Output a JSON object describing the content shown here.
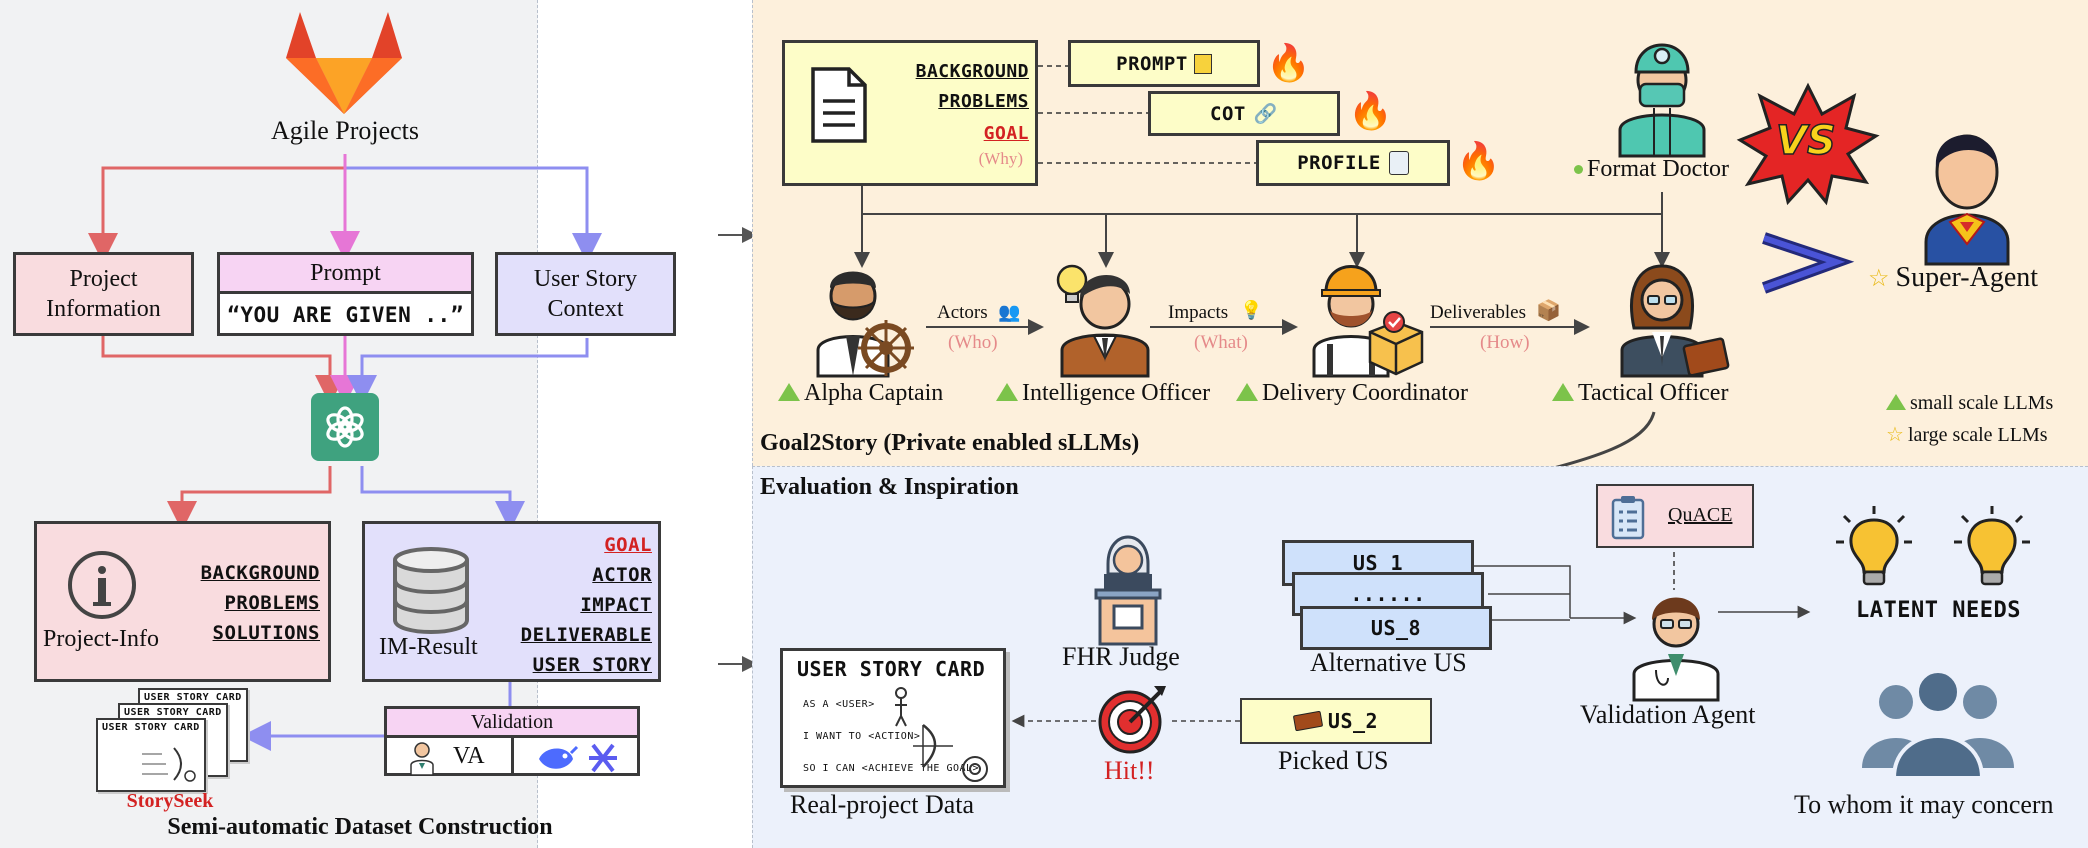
{
  "left_panel": {
    "title": "Semi-automatic Dataset Construction",
    "agile_label": "Agile Projects",
    "project_info_box": "Project\nInformation",
    "prompt_box_title": "Prompt",
    "prompt_box_text": "“YOU ARE GIVEN ..”",
    "user_story_context": "User Story\nContext",
    "project_info_card": {
      "label": "Project-Info",
      "items": [
        "BACKGROUND",
        "PROBLEMS",
        "SOLUTIONS"
      ]
    },
    "im_result_card": {
      "label": "IM-Result",
      "items": [
        "GOAL",
        "ACTOR",
        "IMPACT",
        "DELIVERABLE",
        "USER STORY"
      ]
    },
    "validation": {
      "title": "Validation",
      "va_label": "VA"
    },
    "cards_text": [
      "USER STORY CARD",
      "USER STORY CARD",
      "USER STORY CARD"
    ],
    "storyseek_label": "StorySeek"
  },
  "top_panel": {
    "title": "Goal2Story (Private enabled sLLMs)",
    "doc_items": [
      "BACKGROUND",
      "PROBLEMS",
      "GOAL"
    ],
    "doc_why": "(Why)",
    "tags": [
      "PROMPT",
      "COT",
      "PROFILE"
    ],
    "format_doctor": "Format Doctor",
    "vs_text": "VS",
    "super_agent": "Super-Agent",
    "agents": [
      "Alpha Captain",
      "Intelligence Officer",
      "Delivery Coordinator",
      "Tactical Officer"
    ],
    "edges": [
      {
        "label": "Actors",
        "sub": "(Who)"
      },
      {
        "label": "Impacts",
        "sub": "(What)"
      },
      {
        "label": "Deliverables",
        "sub": "(How)"
      }
    ],
    "legend": [
      "small scale LLMs",
      "large scale LLMs"
    ]
  },
  "bottom_panel": {
    "title": "Evaluation & Inspiration",
    "story_card": {
      "title": "USER STORY CARD",
      "lines": [
        "AS A <USER>",
        "I WANT TO <ACTION>",
        "SO I CAN <ACHIEVE THE GOAL>"
      ]
    },
    "real_project_label": "Real-project Data",
    "fhr_judge": "FHR Judge",
    "hit_label": "Hit!!",
    "picked_us_box": "US_2",
    "picked_us_label": "Picked US",
    "alt_us": [
      "US_1",
      "......",
      "US_8"
    ],
    "alt_us_label": "Alternative US",
    "quace": "QuACE",
    "validation_agent": "Validation Agent",
    "latent_needs": "LATENT NEEDS",
    "concern": "To whom it may concern"
  },
  "colors": {
    "red_line": "#e06666",
    "pink_line": "#e676d6",
    "blue_line": "#8e8ef0",
    "left_bg": "#f1f2f3",
    "top_bg": "#fdf0dc",
    "bottom_bg": "#ecf1fb",
    "pink_box": "#f9dcdf",
    "lilac_box": "#e2e0fb",
    "prompt_head": "#f7d4f3",
    "yellow_box": "#fdfdc8",
    "goal_red": "#d32222",
    "sub_red": "#e58a8a",
    "chatgpt_green": "#3fa27f"
  }
}
